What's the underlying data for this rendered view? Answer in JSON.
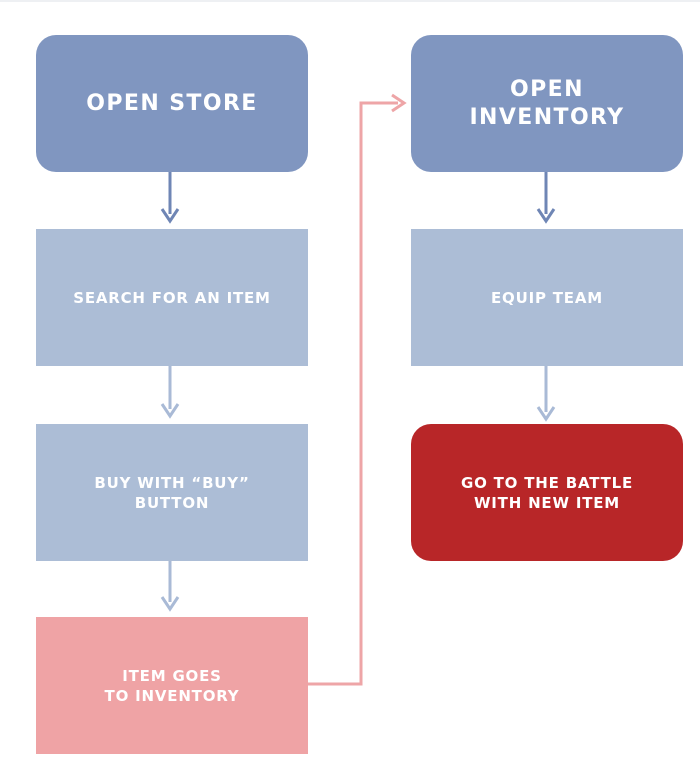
{
  "nodes": {
    "open_store": "OPEN STORE",
    "search_item": "SEARCH FOR AN ITEM",
    "buy_button": "BUY WITH “BUY”\nBUTTON",
    "item_to_inventory": "ITEM GOES\nTO INVENTORY",
    "open_inventory": "OPEN\nINVENTORY",
    "equip_team": "EQUIP TEAM",
    "go_to_battle": "GO TO THE BATTLE\nWITH NEW ITEM"
  },
  "colors": {
    "dark_blue": "#8096c0",
    "light_blue": "#acbdd6",
    "pink": "#efa3a5",
    "red": "#b82628",
    "arrow_blue": "#6f86b5",
    "arrow_light": "#a9bad6",
    "arrow_pink": "#eea5a7"
  }
}
